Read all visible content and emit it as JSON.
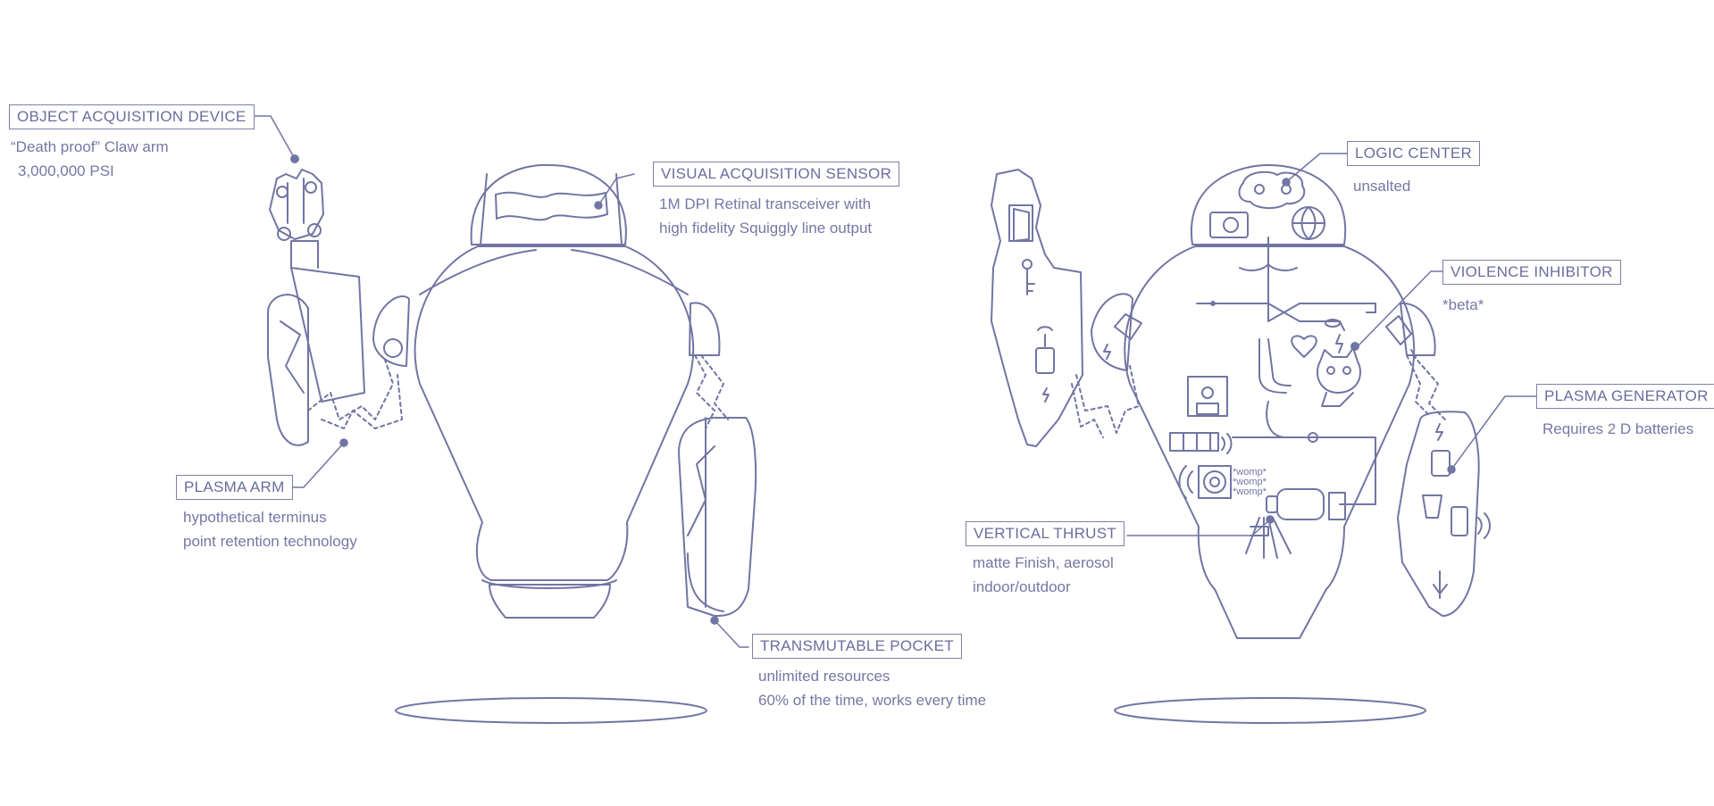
{
  "colors": {
    "line": "#7175a3",
    "text": "#6e72a0",
    "background": "#ffffff"
  },
  "annotations": {
    "object_acquisition": {
      "title": "OBJECT ACQUISITION DEVICE",
      "lines": [
        "“Death proof” Claw arm",
        "3,000,000 PSI"
      ]
    },
    "visual_acquisition": {
      "title": "VISUAL ACQUISITION SENSOR",
      "lines": [
        "1M DPI Retinal transceiver with",
        "high fidelity Squiggly line output"
      ]
    },
    "plasma_arm": {
      "title": "PLASMA ARM",
      "lines": [
        "hypothetical terminus",
        "point retention technology"
      ]
    },
    "transmutable_pocket": {
      "title": "TRANSMUTABLE POCKET",
      "lines": [
        "unlimited resources",
        "60% of the time, works every time"
      ]
    },
    "logic_center": {
      "title": "LOGIC CENTER",
      "lines": [
        "unsalted"
      ]
    },
    "violence_inhibitor": {
      "title": "VIOLENCE INHIBITOR",
      "lines": [
        "*beta*"
      ]
    },
    "plasma_generator": {
      "title": "PLASMA GENERATOR",
      "lines": [
        "Requires 2 D batteries"
      ]
    },
    "vertical_thrust": {
      "title": "VERTICAL THRUST",
      "lines": [
        "matte Finish, aerosol",
        "indoor/outdoor"
      ]
    }
  },
  "speaker_text": [
    "*womp*",
    "*womp*",
    "*womp*"
  ]
}
